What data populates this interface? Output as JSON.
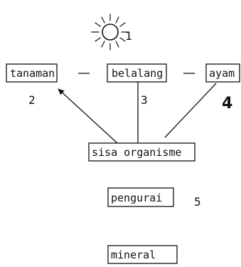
{
  "nodes": {
    "tanaman": "tanaman",
    "belalang": "belalang",
    "ayam": "ayam",
    "sisa_organisme": "sisa organisme",
    "pengurai": "pengurai",
    "mineral": "mineral"
  },
  "numbers": {
    "sun": "1",
    "tanaman": "2",
    "belalang": "3",
    "ayam": "4",
    "pengurai": "5"
  },
  "icons": {
    "sun": "sun-icon"
  }
}
